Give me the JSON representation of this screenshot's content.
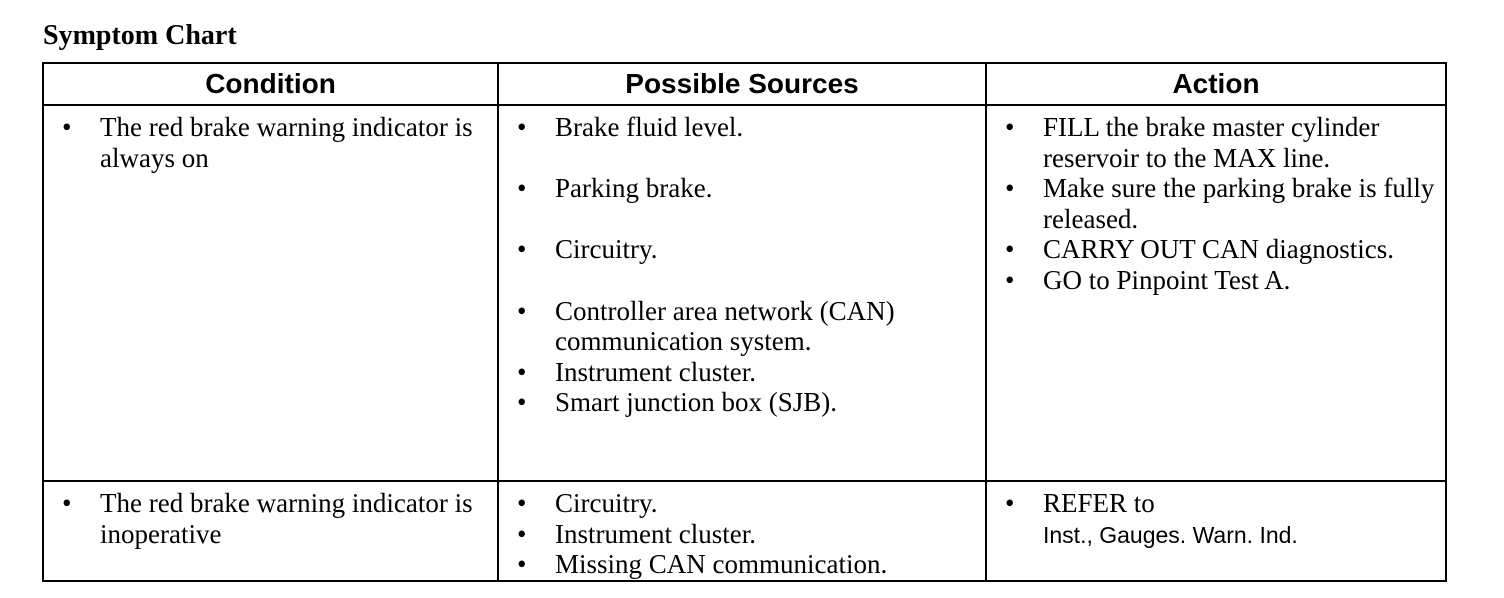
{
  "title": "Symptom Chart",
  "headers": {
    "condition": "Condition",
    "sources": "Possible Sources",
    "action": "Action"
  },
  "rows": [
    {
      "condition": [
        "The red brake warning indicator is always on"
      ],
      "sources": [
        "Brake fluid level.",
        "Parking brake.",
        "Circuitry.",
        "Controller area network (CAN) communication system.",
        "Instrument cluster.",
        "Smart junction box (SJB)."
      ],
      "actions": [
        "FILL the brake master cylinder reservoir to the MAX line.",
        "Make sure the parking brake is fully released.",
        "CARRY OUT CAN diagnostics.",
        "GO to Pinpoint Test A."
      ]
    },
    {
      "condition": [
        "The red brake warning indicator is inoperative"
      ],
      "sources": [
        "Circuitry.",
        "Instrument cluster.",
        "Missing CAN communication."
      ],
      "actions": [
        {
          "text": "REFER to",
          "link": "Inst., Gauges. Warn. Ind."
        }
      ]
    }
  ]
}
